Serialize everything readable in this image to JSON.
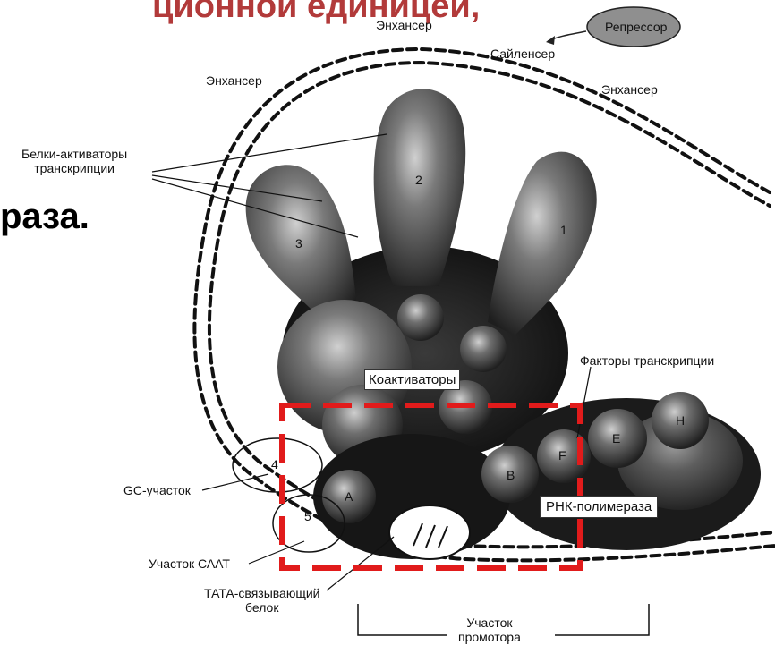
{
  "title_fragment": "ционной единицей,",
  "side_fragment": "раза.",
  "labels": {
    "enhancer_top": "Энхансер",
    "enhancer_left": "Энхансер",
    "enhancer_right": "Энхансер",
    "silencer": "Сайленсер",
    "repressor": "Репрессор",
    "activators": "Белки-активаторы\nтранскрипции",
    "coactivators": "Коактиваторы",
    "transcription_factors": "Факторы транскрипции",
    "gc_region": "GC-участок",
    "caat_region": "Участок СААТ",
    "tata_binding": "ТАТА-связывающий\nбелок",
    "rna_polymerase": "РНК-полимераза",
    "promoter_region": "Участок\nпромотора"
  },
  "protein_numbers": [
    "1",
    "2",
    "3",
    "4",
    "5"
  ],
  "factor_letters": [
    "A",
    "B",
    "E",
    "F",
    "H"
  ],
  "colors": {
    "title": "#b23a3a",
    "highlight_box": "#e11b1b",
    "protein_dark": "#1a1a1a",
    "protein_mid": "#6a6a6a"
  }
}
